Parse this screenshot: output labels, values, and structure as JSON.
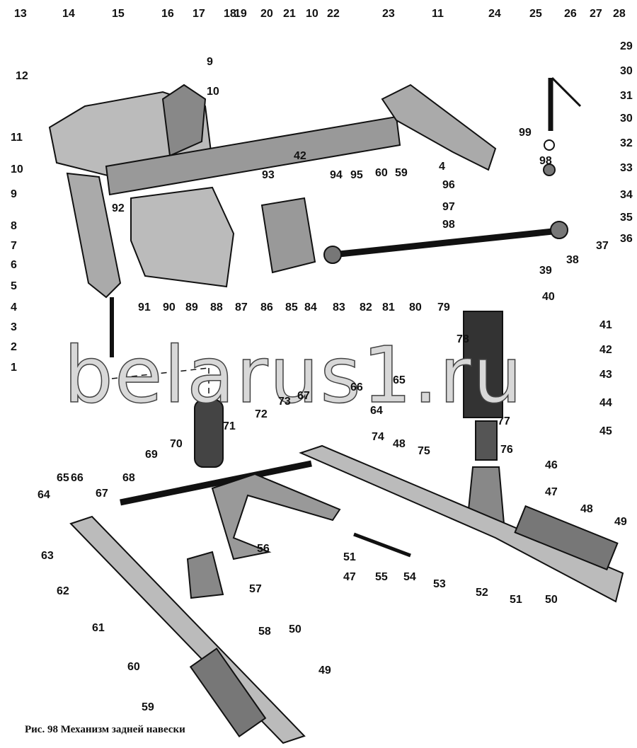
{
  "figure": {
    "caption": "Рис. 98  Механизм задней навески",
    "watermark": "belarus1.ru",
    "labels": [
      "13",
      "14",
      "15",
      "16",
      "17",
      "18",
      "19",
      "20",
      "21",
      "10",
      "22",
      "23",
      "11",
      "24",
      "25",
      "26",
      "27",
      "28",
      "29",
      "30",
      "31",
      "30",
      "32",
      "33",
      "34",
      "35",
      "36",
      "37",
      "38",
      "39",
      "40",
      "41",
      "42",
      "43",
      "44",
      "45",
      "12",
      "11",
      "10",
      "9",
      "8",
      "7",
      "6",
      "5",
      "4",
      "3",
      "2",
      "1",
      "9",
      "10",
      "99",
      "98",
      "4",
      "96",
      "97",
      "98",
      "42",
      "93",
      "92",
      "94",
      "95",
      "60",
      "59",
      "91",
      "90",
      "89",
      "88",
      "87",
      "86",
      "85",
      "84",
      "83",
      "82",
      "81",
      "80",
      "79",
      "78",
      "77",
      "76",
      "46",
      "47",
      "48",
      "49",
      "50",
      "51",
      "52",
      "53",
      "54",
      "55",
      "51",
      "47",
      "56",
      "48",
      "74",
      "75",
      "64",
      "65",
      "66",
      "73",
      "67",
      "72",
      "71",
      "70",
      "69",
      "68",
      "67",
      "64",
      "65",
      "66",
      "63",
      "62",
      "61",
      "60",
      "59",
      "57",
      "58",
      "50",
      "49"
    ]
  }
}
